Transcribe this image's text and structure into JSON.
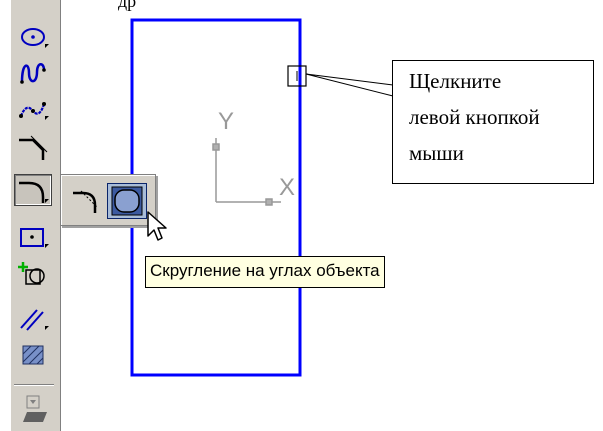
{
  "header": {
    "top_text": "др"
  },
  "toolbar": {
    "tools": [
      {
        "icon": "ellipse-icon"
      },
      {
        "icon": "spline-icon"
      },
      {
        "icon": "polyline-icon"
      },
      {
        "icon": "chamfer-icon"
      },
      {
        "icon": "fillet-icon",
        "active": true
      },
      {
        "icon": "rectangle-icon"
      },
      {
        "icon": "offset-point-icon"
      },
      {
        "icon": "parallel-lines-icon"
      },
      {
        "icon": "hatch-icon"
      },
      {
        "icon": "collapse-icon"
      }
    ]
  },
  "flyout": {
    "items": [
      {
        "icon": "fillet-corner-icon"
      },
      {
        "icon": "fillet-object-corners-icon",
        "selected": true
      }
    ]
  },
  "tooltip": {
    "text": "Скругление на углах объекта"
  },
  "canvas": {
    "axis_y_label": "Y",
    "axis_x_label": "X",
    "rectangle_color": "#0000ff"
  },
  "callout": {
    "lines": [
      "Щелкните",
      "левой кнопкой",
      "мыши"
    ]
  }
}
